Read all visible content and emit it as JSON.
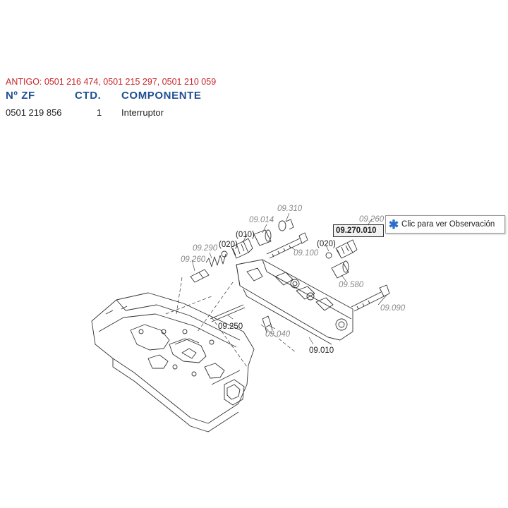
{
  "antigo_line": "ANTIGO: 0501 216 474, 0501 215 297, 0501 210 059",
  "table": {
    "headers": {
      "part_no": "Nº ZF",
      "qty": "CTD.",
      "component": "COMPONENTE"
    },
    "rows": [
      {
        "part_no": "0501 219 856",
        "qty": "1",
        "component": "Interruptor"
      }
    ]
  },
  "callouts": {
    "c09310": "09.310",
    "c09014": "09.014",
    "c010": "(010)",
    "c020a": "(020)",
    "c09290": "09.290",
    "c09260a": "09.260",
    "c09100": "09.100",
    "c020b": "(020)",
    "c09260b": "09.260",
    "c09580": "09.580",
    "c09090": "09.090",
    "c09250": "09.250",
    "c09040": "09.040",
    "c09010": "09.010"
  },
  "highlight_ref": "09.270.010",
  "tooltip": {
    "icon": "asterisk-icon",
    "text": "Clic para ver Observación"
  }
}
